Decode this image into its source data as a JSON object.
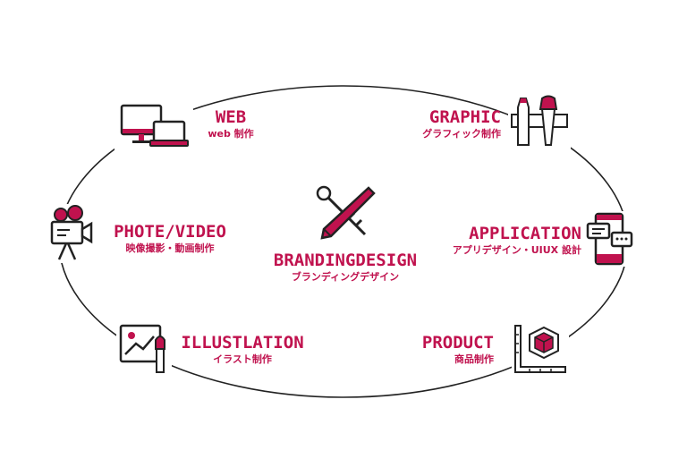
{
  "accent": "#c0124e",
  "center": {
    "title": "BRANDINGDESIGN",
    "sub": "ブランディングデザイン",
    "icon": "pencil-key-icon"
  },
  "items": [
    {
      "title": "WEB",
      "sub": "web 制作",
      "icon": "monitor-laptop-icon"
    },
    {
      "title": "GRAPHIC",
      "sub": "グラフィック制作",
      "icon": "pencil-brush-ruler-icon"
    },
    {
      "title": "PHOTE/VIDEO",
      "sub": "映像撮影・動画制作",
      "icon": "video-camera-icon"
    },
    {
      "title": "APPLICATION",
      "sub": "アプリデザイン・UIUX 設計",
      "icon": "smartphone-chat-icon"
    },
    {
      "title": "ILLUSTLATION",
      "sub": "イラスト制作",
      "icon": "picture-brush-icon"
    },
    {
      "title": "PRODUCT",
      "sub": "商品制作",
      "icon": "box-ruler-icon"
    }
  ]
}
